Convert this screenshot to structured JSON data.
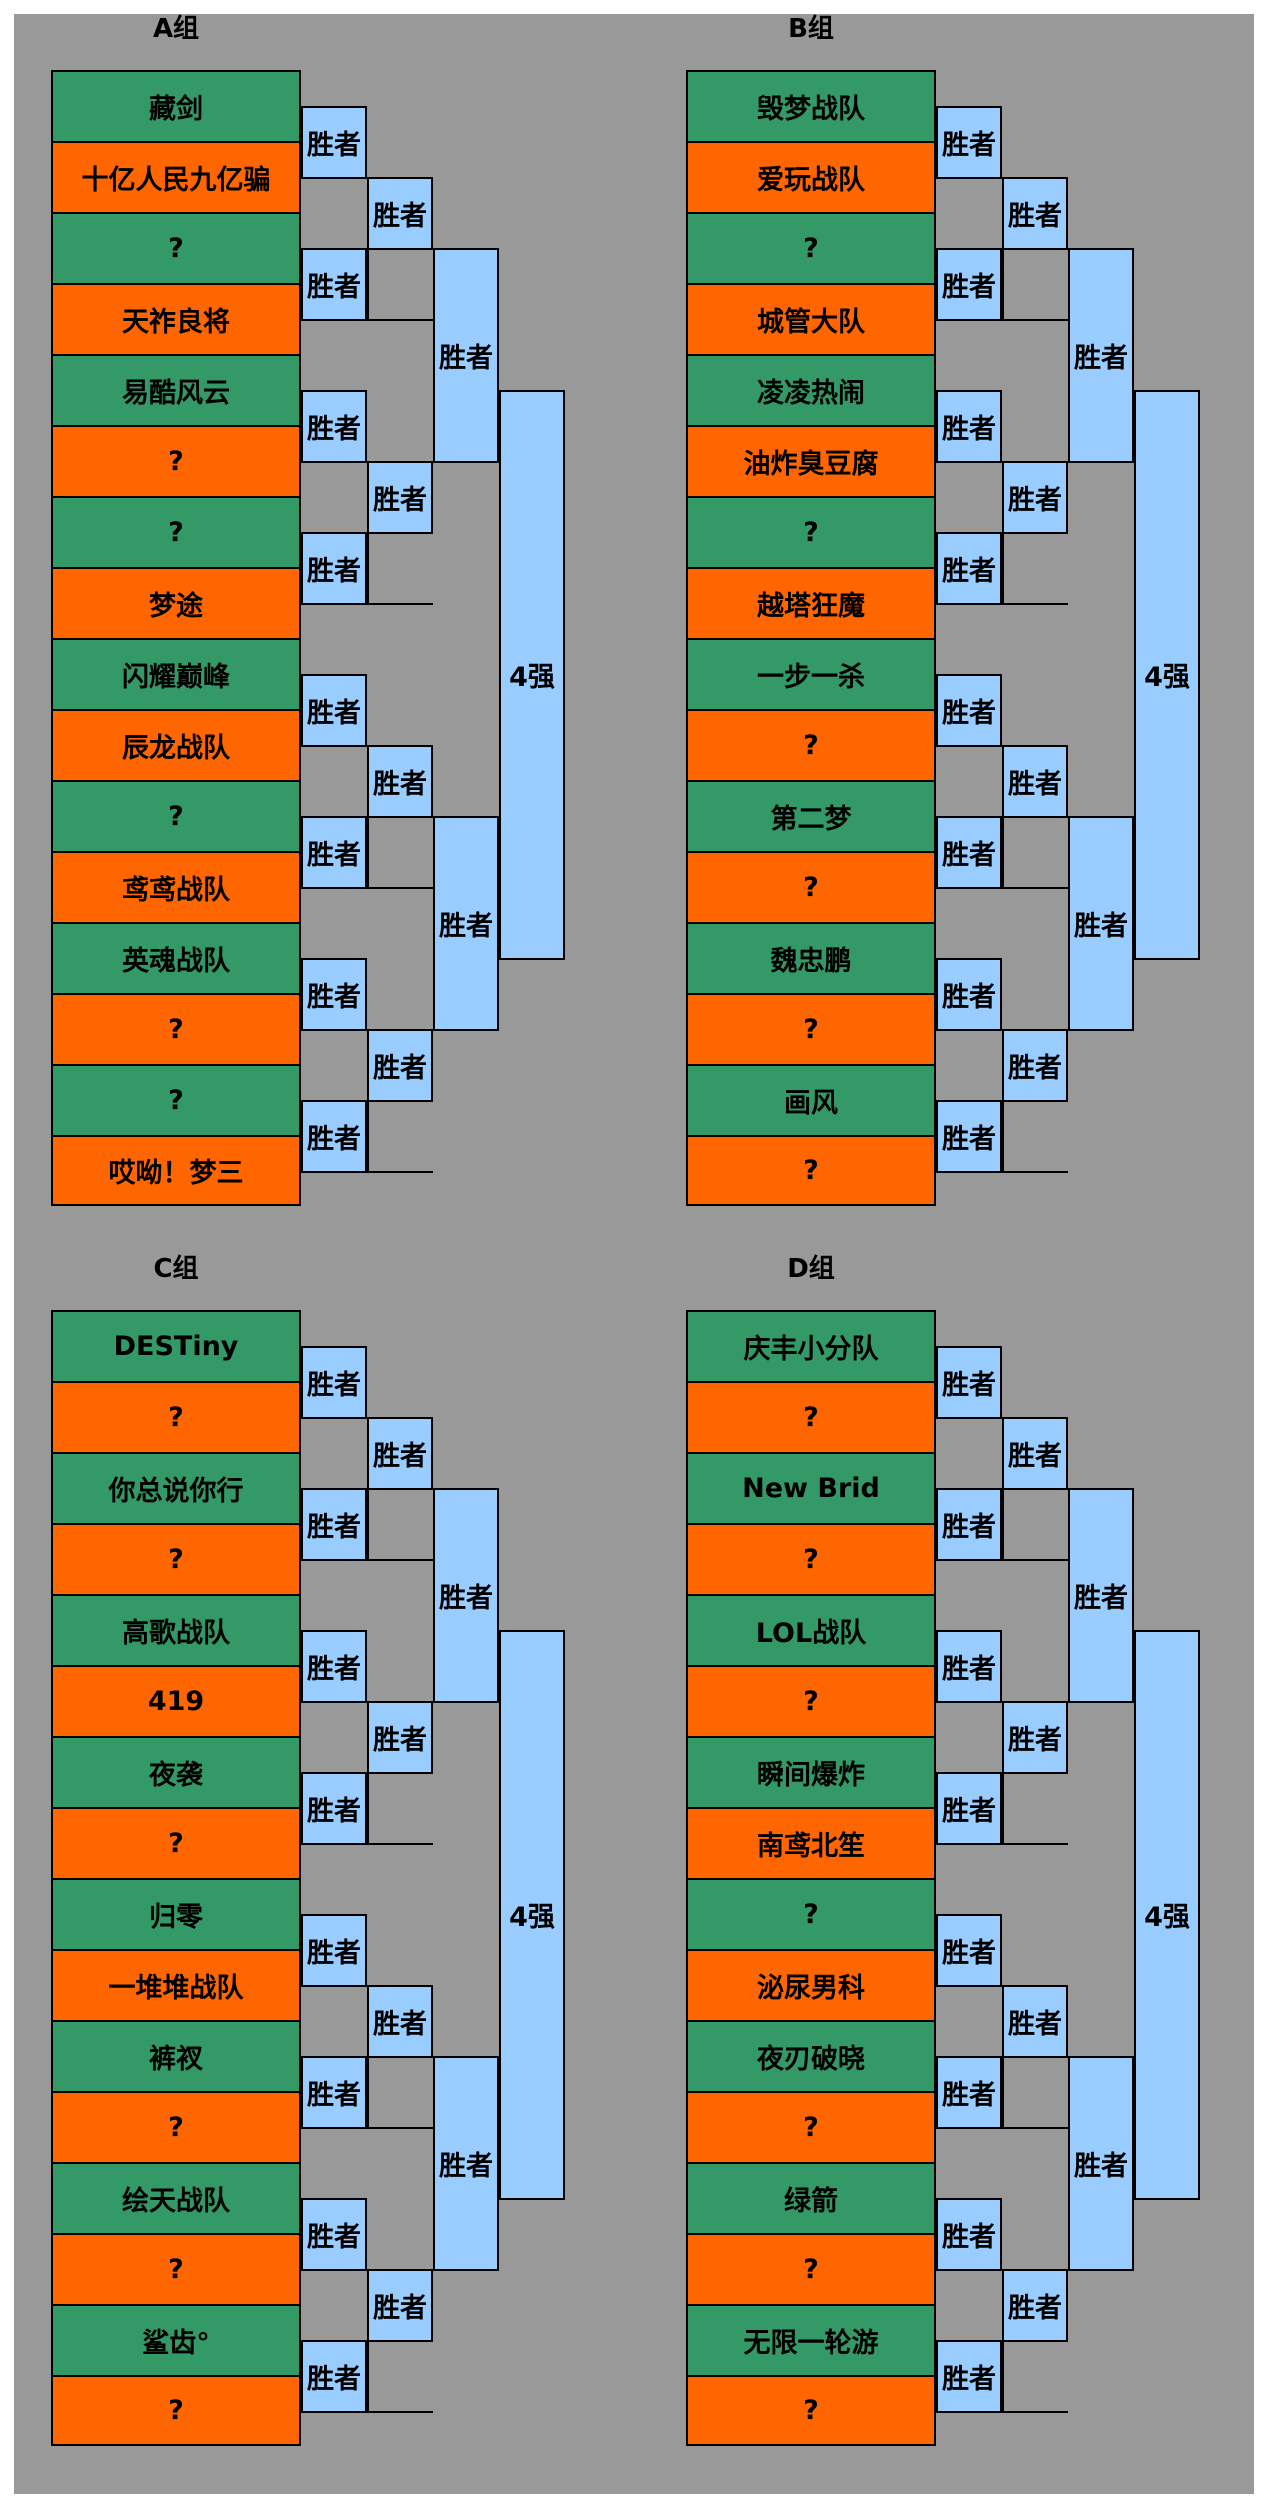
{
  "colors": {
    "background": "#999999",
    "team_even": "#339966",
    "team_odd": "#ff6600",
    "winner": "#99ccff"
  },
  "labels": {
    "winner": "胜者",
    "top4": "4强"
  },
  "groups": [
    {
      "title": "A组",
      "teams": [
        "藏剑",
        "十亿人民九亿骗",
        "?",
        "天祚良将",
        "易酷风云",
        "?",
        "?",
        "梦途",
        "闪耀巅峰",
        "辰龙战队",
        "?",
        "鸢鸢战队",
        "英魂战队",
        "?",
        "?",
        "哎呦！梦三"
      ]
    },
    {
      "title": "B组",
      "teams": [
        "毁梦战队",
        "爱玩战队",
        "?",
        "城管大队",
        "凌凌热闹",
        "油炸臭豆腐",
        "?",
        "越塔狂魔",
        "一步一杀",
        "?",
        "第二梦",
        "?",
        "魏忠鹏",
        "?",
        "画风",
        "?"
      ]
    },
    {
      "title": "C组",
      "teams": [
        "DESTiny",
        "?",
        "你总说你行",
        "?",
        "高歌战队",
        "419",
        "夜袭",
        "?",
        "归零",
        "一堆堆战队",
        "裤衩",
        "?",
        "绘天战队",
        "?",
        "鲨齿°",
        "?"
      ]
    },
    {
      "title": "D组",
      "teams": [
        "庆丰小分队",
        "?",
        "New Brid",
        "?",
        "LOL战队",
        "?",
        "瞬间爆炸",
        "南鸢北笙",
        "?",
        "泌尿男科",
        "夜刃破晓",
        "?",
        "绿箭",
        "?",
        "无限一轮游",
        "?"
      ]
    }
  ]
}
